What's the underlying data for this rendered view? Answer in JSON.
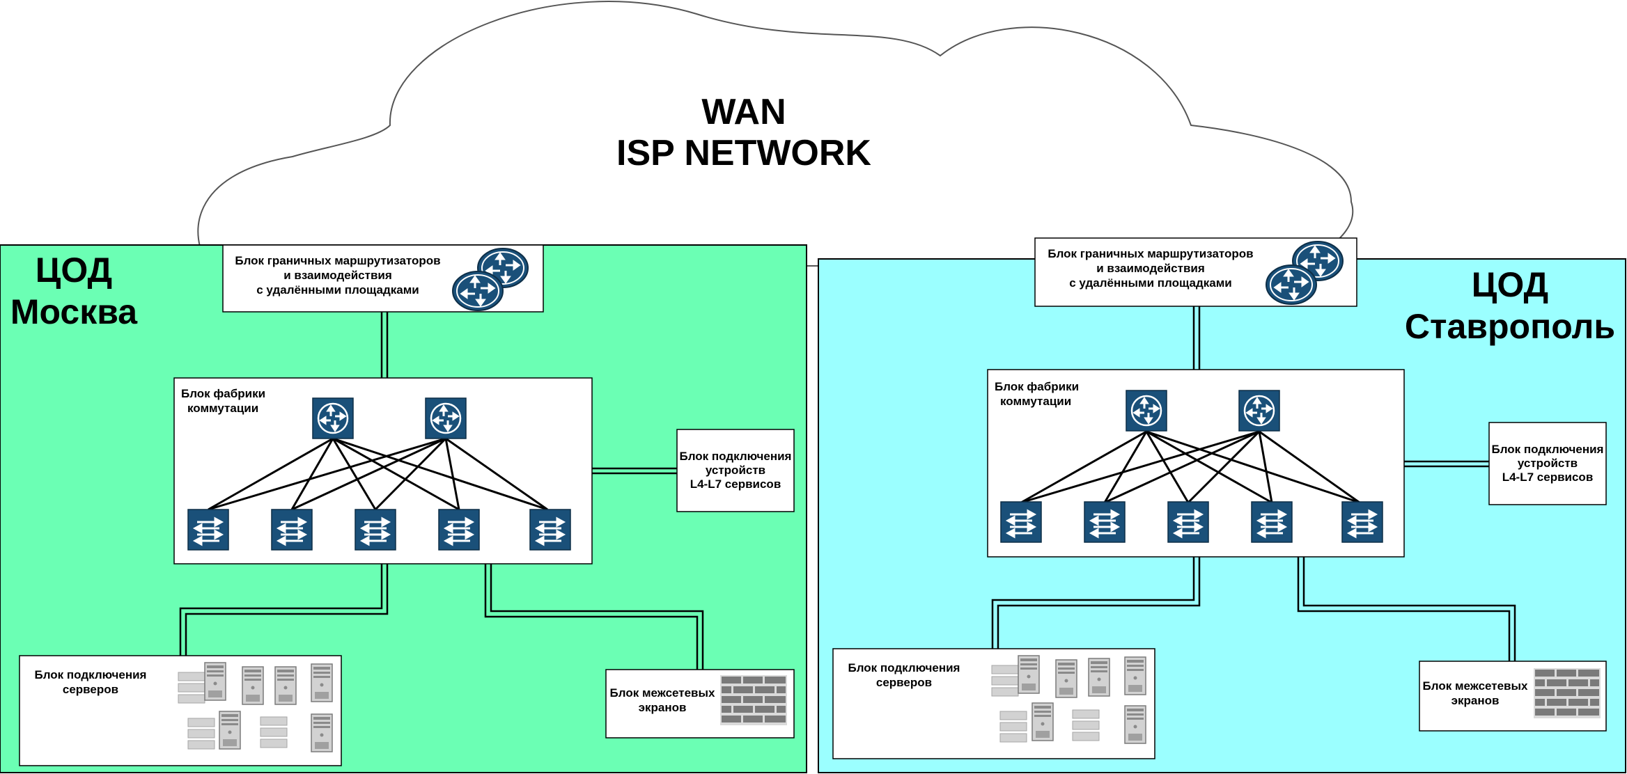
{
  "cloud": {
    "title_line1": "WAN",
    "title_line2": "ISP NETWORK"
  },
  "colors": {
    "left_zone": "#6bffb4",
    "right_zone": "#9bffff",
    "device_fill": "#1a5079",
    "cable": "#000000",
    "cloud_stroke": "#555555"
  },
  "sites": {
    "moscow": {
      "title_line1": "ЦОД",
      "title_line2": "Москва",
      "edge_block": [
        "Блок граничных маршрутизаторов",
        "и взаимодействия",
        "с удалёнными площадками"
      ],
      "fabric_block": [
        "Блок фабрики",
        "коммутации"
      ],
      "l4l7_block": [
        "Блок подключения",
        "устройств",
        "L4-L7 сервисов"
      ],
      "server_block": [
        "Блок подключения",
        "серверов"
      ],
      "firewall_block": [
        "Блок межсетевых",
        "экранов"
      ]
    },
    "stavropol": {
      "title_line1": "ЦОД",
      "title_line2": "Ставрополь",
      "edge_block": [
        "Блок граничных маршрутизаторов",
        "и взаимодействия",
        "с удалёнными площадками"
      ],
      "fabric_block": [
        "Блок фабрики",
        "коммутации"
      ],
      "l4l7_block": [
        "Блок подключения",
        "устройств",
        "L4-L7 сервисов"
      ],
      "server_block": [
        "Блок подключения",
        "серверов"
      ],
      "firewall_block": [
        "Блок межсетевых",
        "экранов"
      ]
    }
  },
  "icons": {
    "edge_router": "router-icon",
    "spine": "spine-router-icon",
    "leaf": "switch-icon",
    "server": "server-icon",
    "firewall": "firewall-icon"
  }
}
